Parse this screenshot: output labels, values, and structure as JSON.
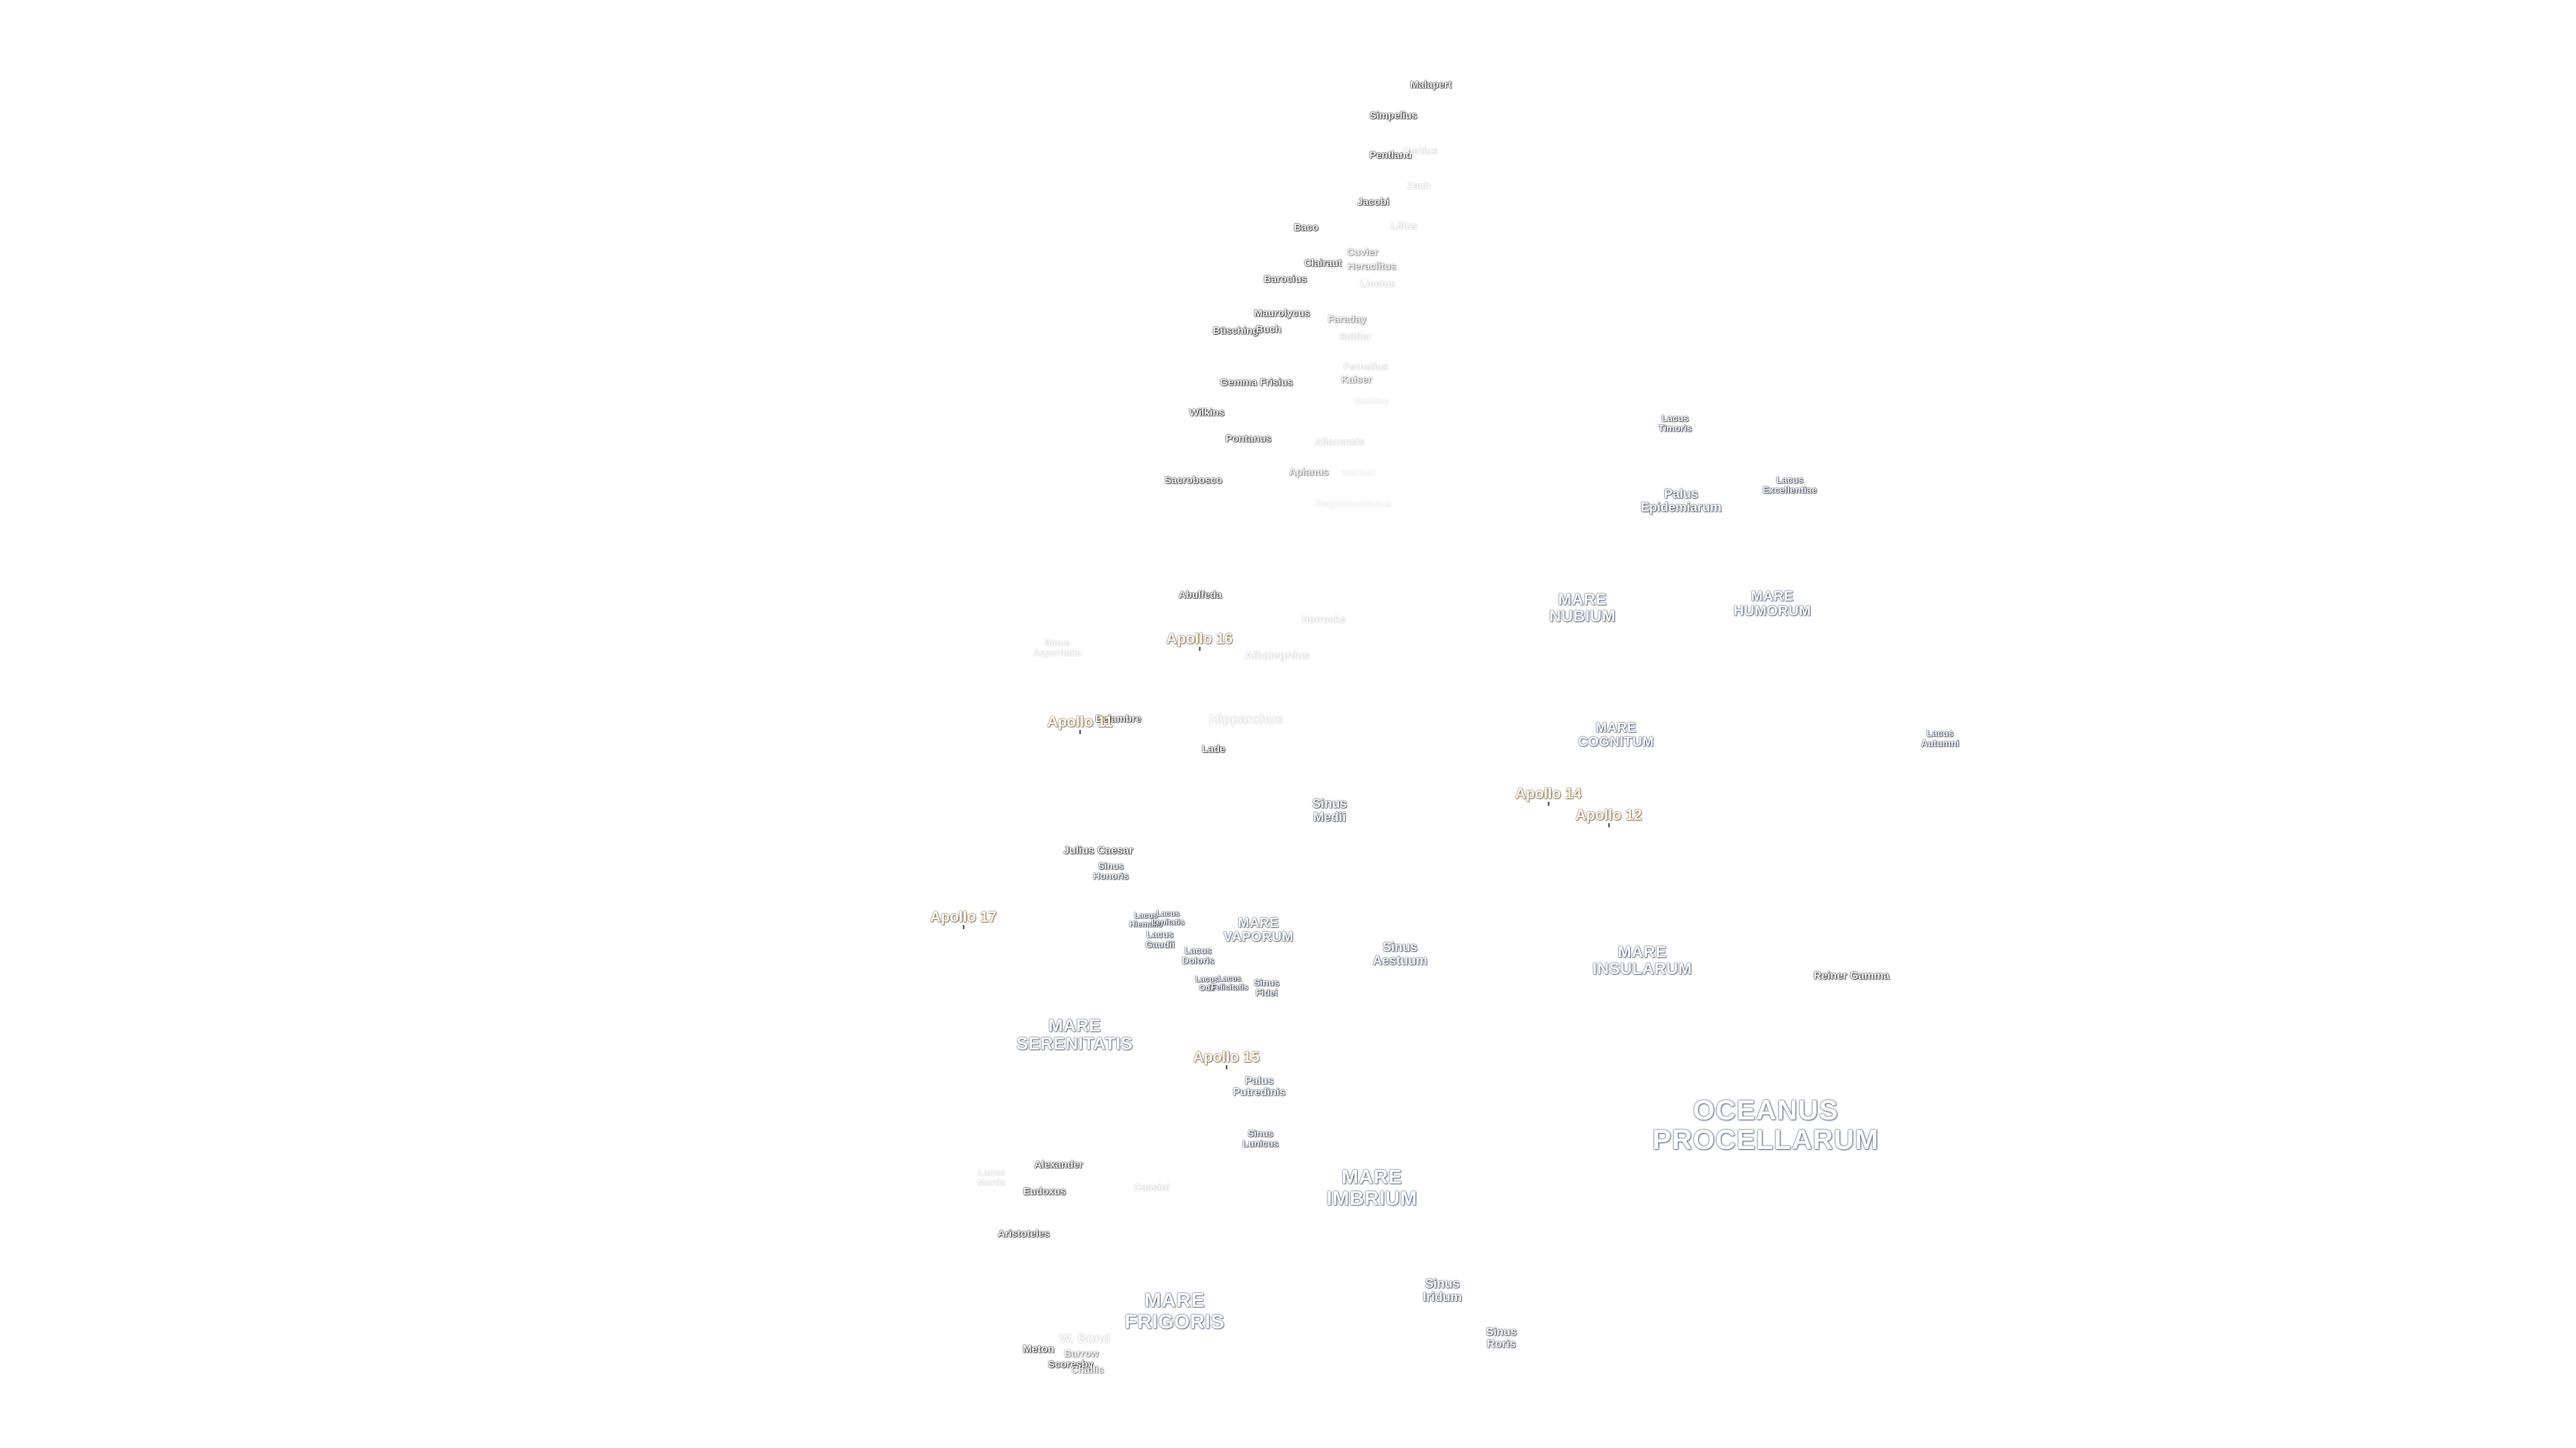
{
  "map": {
    "background": "#ffffff",
    "colors": {
      "crater_outline": "#000000",
      "feature_outline": "#2d3f5e",
      "apollo_outline": "#6b4a10"
    },
    "craters": [
      {
        "name": "Malapert"
      },
      {
        "name": "Simpelius"
      },
      {
        "name": "Pentland"
      },
      {
        "name": "Curtius"
      },
      {
        "name": "Zach"
      },
      {
        "name": "Jacobi"
      },
      {
        "name": "Lilius"
      },
      {
        "name": "Baco"
      },
      {
        "name": "Cuvier"
      },
      {
        "name": "Clairaut"
      },
      {
        "name": "Heraclitus"
      },
      {
        "name": "Licetus"
      },
      {
        "name": "Barocius"
      },
      {
        "name": "Maurolycus"
      },
      {
        "name": "Faraday"
      },
      {
        "name": "Büsching"
      },
      {
        "name": "Buch"
      },
      {
        "name": "Stöfler"
      },
      {
        "name": "Fernelius"
      },
      {
        "name": "Kaiser"
      },
      {
        "name": "Gemma Frisius"
      },
      {
        "name": "Nonius"
      },
      {
        "name": "Wilkins"
      },
      {
        "name": "Pontanus"
      },
      {
        "name": "Aliacensis"
      },
      {
        "name": "Apianus"
      },
      {
        "name": "Werner"
      },
      {
        "name": "Sacrobosco"
      },
      {
        "name": "Regiomontanus"
      },
      {
        "name": "Abulfeda"
      },
      {
        "name": "Horrocks"
      },
      {
        "name": "Albategnius"
      },
      {
        "name": "Hipparchus"
      },
      {
        "name": "Delambre"
      },
      {
        "name": "Lade"
      },
      {
        "name": "Julius Caesar"
      },
      {
        "name": "Alexander"
      },
      {
        "name": "Eudoxus"
      },
      {
        "name": "Cassini"
      },
      {
        "name": "Aristoteles"
      },
      {
        "name": "W. Bond"
      },
      {
        "name": "Meton"
      },
      {
        "name": "Barrow"
      },
      {
        "name": "Scoresby"
      },
      {
        "name": "Challis"
      },
      {
        "name": "Reiner Gamma"
      }
    ],
    "minor_features": [
      {
        "lines": [
          "Lacus",
          "Timoris"
        ]
      },
      {
        "lines": [
          "Lacus",
          "Excellentiae"
        ]
      },
      {
        "lines": [
          "Lacus",
          "Autumni"
        ]
      },
      {
        "lines": [
          "Sinus",
          "Asperitatis"
        ]
      },
      {
        "lines": [
          "Sinus",
          "Honoris"
        ]
      },
      {
        "lines": [
          "Lacus",
          "Hiemalis"
        ]
      },
      {
        "lines": [
          "Lacus",
          "Lenitatis"
        ]
      },
      {
        "lines": [
          "Lacus",
          "Gaudii"
        ]
      },
      {
        "lines": [
          "Lacus",
          "Doloris"
        ]
      },
      {
        "lines": [
          "Lacus",
          "Odii"
        ]
      },
      {
        "lines": [
          "Lacus",
          "Felicitatis"
        ]
      },
      {
        "lines": [
          "Sinus",
          "Fidei"
        ]
      },
      {
        "lines": [
          "Sinus",
          "Lunicus"
        ]
      },
      {
        "lines": [
          "Lacus",
          "Mortis"
        ]
      }
    ],
    "features": [
      {
        "lines": [
          "Palus",
          "Epidemiarum"
        ]
      },
      {
        "lines": [
          "Sinus",
          "Medii"
        ]
      },
      {
        "lines": [
          "Sinus",
          "Aestuum"
        ]
      },
      {
        "lines": [
          "Palus",
          "Putredinis"
        ]
      },
      {
        "lines": [
          "Sinus",
          "Iridum"
        ]
      },
      {
        "lines": [
          "Sinus",
          "Roris"
        ]
      }
    ],
    "maria": [
      {
        "lines": [
          "MARE",
          "NUBIUM"
        ]
      },
      {
        "lines": [
          "MARE",
          "HUMORUM"
        ]
      },
      {
        "lines": [
          "MARE",
          "COGNITUM"
        ]
      },
      {
        "lines": [
          "MARE",
          "VAPORUM"
        ]
      },
      {
        "lines": [
          "MARE",
          "INSULARUM"
        ]
      },
      {
        "lines": [
          "MARE",
          "SERENITATIS"
        ]
      },
      {
        "lines": [
          "MARE",
          "IMBRIUM"
        ]
      },
      {
        "lines": [
          "MARE",
          "FRIGORIS"
        ]
      }
    ],
    "ocean": {
      "lines": [
        "OCEANUS",
        "PROCELLARUM"
      ]
    },
    "apollo_sites": [
      {
        "name": "Apollo 16"
      },
      {
        "name": "Apollo 11"
      },
      {
        "name": "Apollo 14"
      },
      {
        "name": "Apollo 12"
      },
      {
        "name": "Apollo 17"
      },
      {
        "name": "Apollo 15"
      }
    ]
  }
}
